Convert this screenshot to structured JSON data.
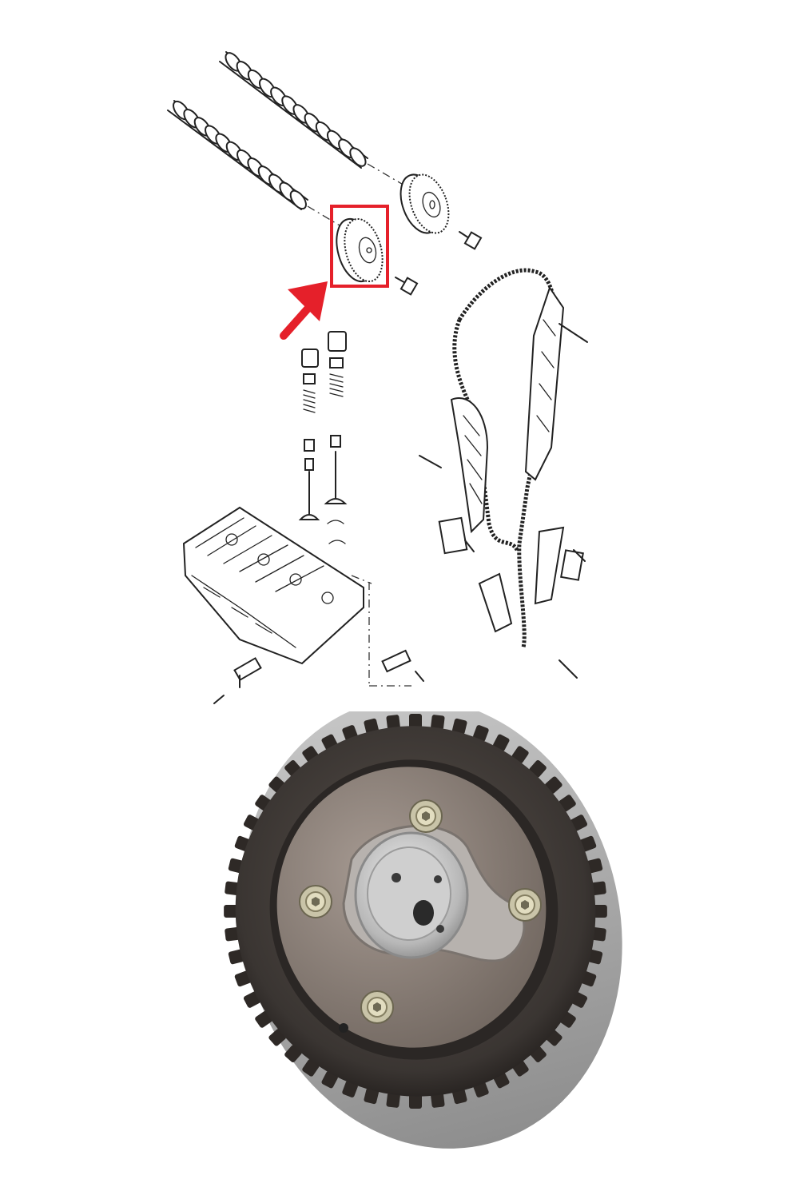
{
  "diagram": {
    "highlight_color": "#e5202a",
    "line_color": "#222222",
    "background": "#ffffff",
    "highlighted_part": "camshaft-sprocket"
  },
  "photo": {
    "gear_color": "#3a3532",
    "plate_color": "#8a7f78",
    "hub_color": "#c9c9c9",
    "bolt_count": 4,
    "tooth_count": 52
  }
}
